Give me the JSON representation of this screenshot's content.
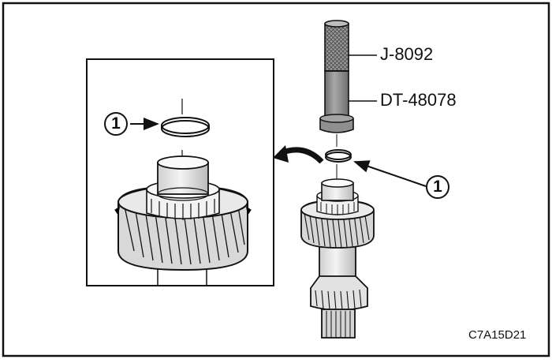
{
  "figure": {
    "tool_label_1": "J-8092",
    "tool_label_2": "DT-48078",
    "callout_left": "1",
    "callout_right": "1",
    "figure_code": "C7A15D21"
  },
  "colors": {
    "outline": "#111111",
    "tool_fill": "#8c8c8c",
    "tool_dark": "#5f5f5f",
    "metal_light": "#e6e6e6",
    "gear_fill": "#d0d0d0"
  },
  "icons": {
    "callout_marker": "circled-number-1"
  }
}
